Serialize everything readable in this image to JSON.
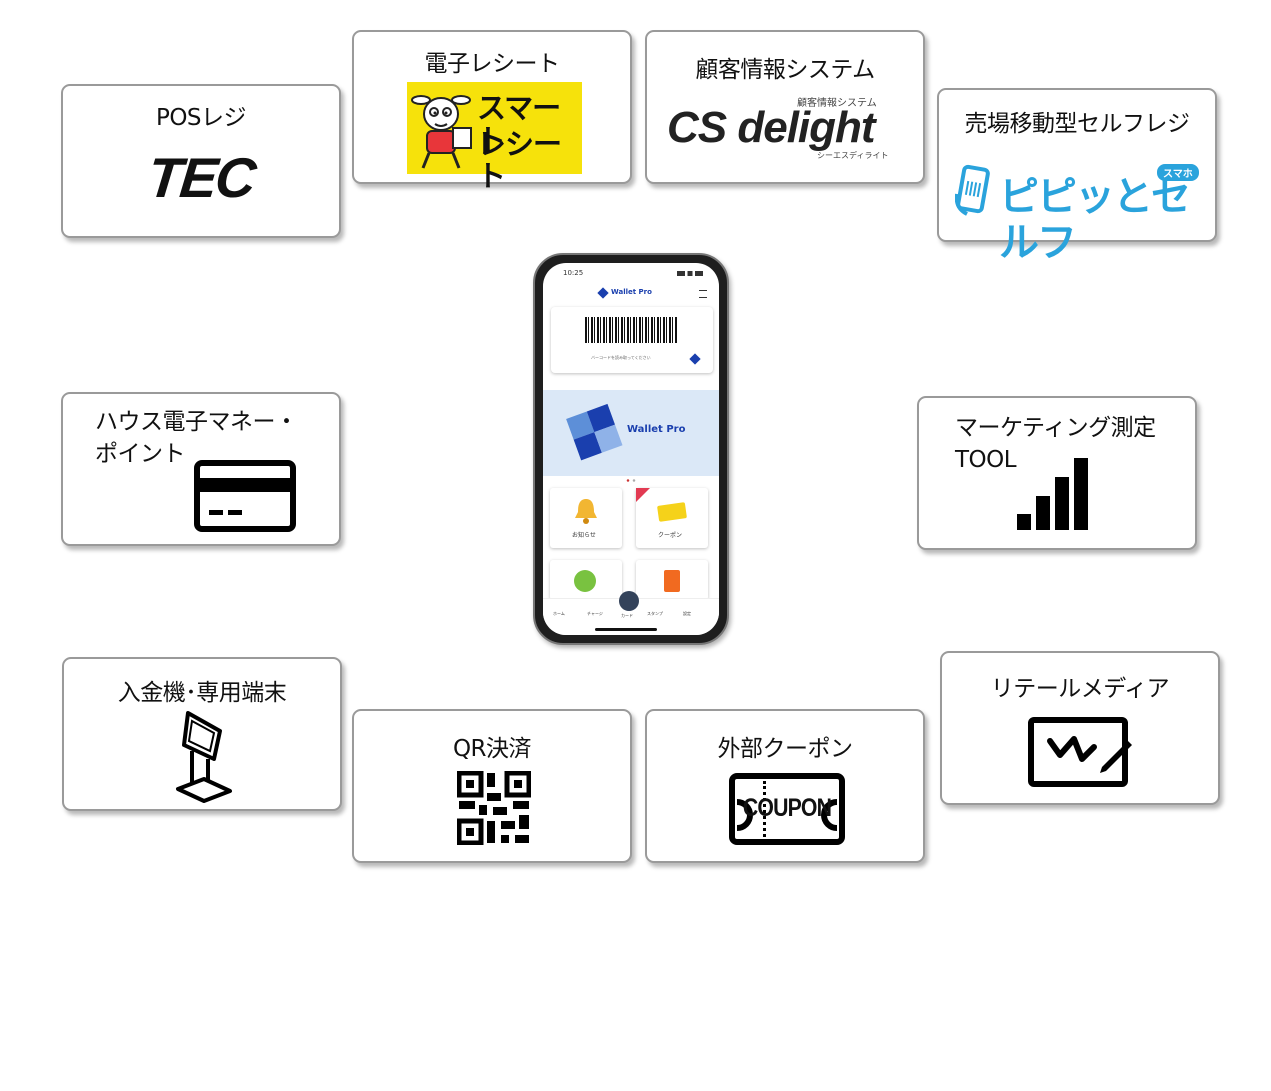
{
  "cards": {
    "pos": {
      "title": "POSレジ",
      "logo": "TEC"
    },
    "receipt": {
      "title": "電子レシート",
      "logo_line1": "スマート",
      "logo_line2": "レシート"
    },
    "crm": {
      "title": "顧客情報システム",
      "logo": "CS delight",
      "logo_sub_top": "顧客情報システム",
      "logo_sub_bottom": "シーエスディライト"
    },
    "selfreg": {
      "title": "売場移動型セルフレジ",
      "logo": "ピピッとセルフ",
      "badge": "スマホ"
    },
    "money": {
      "title_line1": "ハウス電子マネー・",
      "title_line2": "ポイント",
      "icon": "credit-card-icon"
    },
    "marketing": {
      "title_line1": "マーケティング測定",
      "title_line2": "TOOL",
      "icon": "signal-bars-icon"
    },
    "kiosk": {
      "title": "入金機･専用端末",
      "icon": "kiosk-terminal-icon"
    },
    "qr": {
      "title": "QR決済",
      "icon": "qr-code-icon"
    },
    "coupon": {
      "title": "外部クーポン",
      "icon_text": "COUPON"
    },
    "media": {
      "title": "リテールメディア",
      "icon": "digital-signage-icon"
    }
  },
  "phone": {
    "time": "10:25",
    "app_name": "Wallet Pro",
    "barcode_caption": "バーコードを読み取ってください",
    "banner_text": "Wallet Pro",
    "tiles": [
      "お知らせ",
      "クーポン"
    ],
    "nav": [
      "ホーム",
      "チャージ",
      "カード",
      "スタンプ",
      "設定"
    ]
  },
  "colors": {
    "brand_blue": "#1a3fae",
    "banner_bg": "#dbe8f7",
    "receipt_yellow": "#f6e20b",
    "selfreg_blue": "#2aa3dc"
  }
}
